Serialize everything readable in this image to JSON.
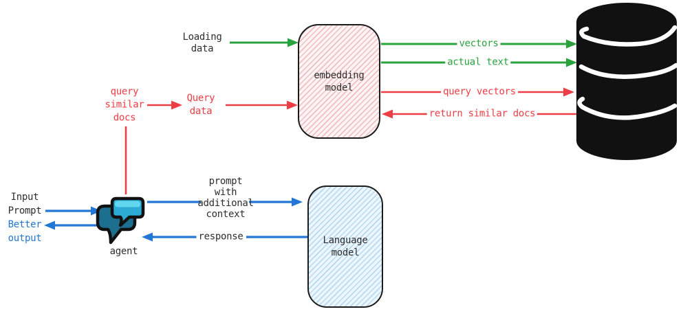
{
  "colors": {
    "green": "#2aa23d",
    "red": "#ee3e45",
    "blue": "#2277d4",
    "ink": "#2e2e2e",
    "black": "#111111",
    "embed-fill": "#fdf4f3",
    "embed-hatch": "#f0bdc1",
    "lang-fill": "#eef6fd",
    "lang-hatch": "#b5d9f0",
    "agent-dark": "#1d6f8f",
    "agent-light": "#2cabd4",
    "agent-light-top": "#62d6ef"
  },
  "nodes": {
    "embedding_model": "embedding\nmodel",
    "language_model": "Language\nmodel",
    "agent": "agent"
  },
  "icons": {
    "database": "database-cylinder-icon",
    "agent": "chat-bubbles-icon"
  },
  "flows": {
    "loading_data": "Loading\ndata",
    "vectors": "vectors",
    "actual_text": "actual text",
    "query_vectors": "query vectors",
    "return_similar_docs": "return similar docs",
    "query_similar_docs": "query\nsimilar\ndocs",
    "query_data": "Query\ndata",
    "input_prompt": "Input\nPrompt",
    "better_output": "Better\noutput",
    "prompt_with_context": "prompt\nwith\nadditional\ncontext",
    "response": "response"
  }
}
